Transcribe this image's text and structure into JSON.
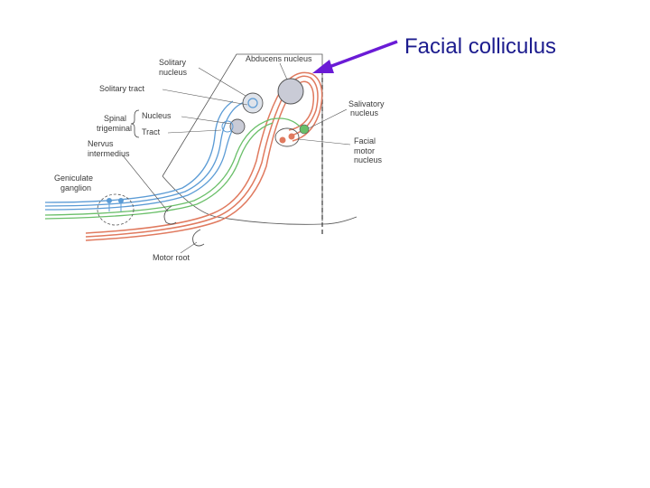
{
  "slide": {
    "title": "Facial colliculus"
  },
  "diagram": {
    "labels": {
      "solitary_nucleus_1": "Solitary",
      "solitary_nucleus_2": "nucleus",
      "abducens_nucleus": "Abducens nucleus",
      "solitary_tract": "Solitary tract",
      "spinal_trigeminal_1": "Spinal",
      "spinal_trigeminal_2": "trigeminal",
      "nucleus": "Nucleus",
      "tract": "Tract",
      "nervus_intermedius_1": "Nervus",
      "nervus_intermedius_2": "intermedius",
      "geniculate_ganglion_1": "Geniculate",
      "geniculate_ganglion_2": "ganglion",
      "salivatory_nucleus_1": "Salivatory",
      "salivatory_nucleus_2": "nucleus",
      "facial_motor_nucleus_1": "Facial",
      "facial_motor_nucleus_2": "motor",
      "facial_motor_nucleus_3": "nucleus",
      "motor_root": "Motor root"
    },
    "colors": {
      "title_text": "#1c1c8e",
      "arrow": "#6a1bd6",
      "motor_fibers": "#e07a5f",
      "sensory_fibers": "#5b9bd5",
      "visceral_fibers": "#6abf69",
      "outline": "#555555",
      "nucleus_fill": "#c9cbd6"
    }
  }
}
